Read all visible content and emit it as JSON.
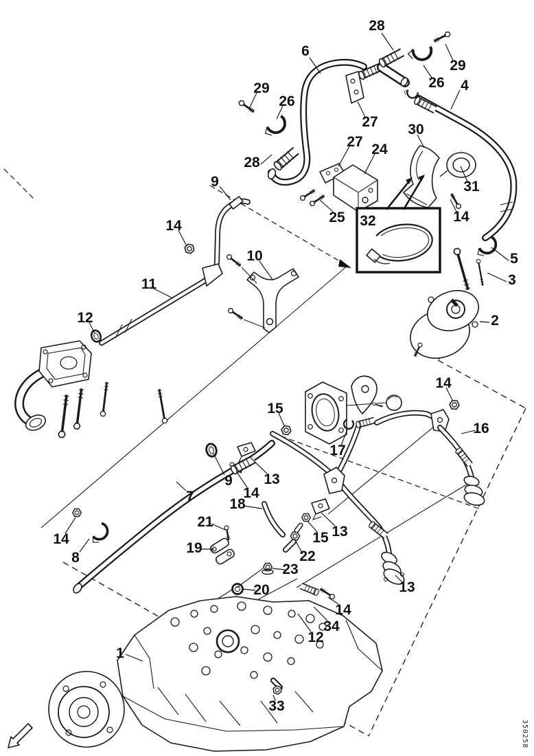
{
  "figure": {
    "number": "350258"
  },
  "colors": {
    "ink": "#1a1a1a",
    "paper": "#ffffff"
  },
  "inset_box": {
    "label": "32"
  },
  "callouts": [
    {
      "label": "28"
    },
    {
      "label": "6"
    },
    {
      "label": "29"
    },
    {
      "label": "26"
    },
    {
      "label": "4"
    },
    {
      "label": "29"
    },
    {
      "label": "26"
    },
    {
      "label": "27"
    },
    {
      "label": "30"
    },
    {
      "label": "27"
    },
    {
      "label": "24"
    },
    {
      "label": "28"
    },
    {
      "label": "9"
    },
    {
      "label": "31"
    },
    {
      "label": "25"
    },
    {
      "label": "14"
    },
    {
      "label": "32"
    },
    {
      "label": "14"
    },
    {
      "label": "10"
    },
    {
      "label": "5"
    },
    {
      "label": "3"
    },
    {
      "label": "11"
    },
    {
      "label": "12"
    },
    {
      "label": "2"
    },
    {
      "label": "14"
    },
    {
      "label": "15"
    },
    {
      "label": "16"
    },
    {
      "label": "17"
    },
    {
      "label": "9"
    },
    {
      "label": "13"
    },
    {
      "label": "14"
    },
    {
      "label": "7"
    },
    {
      "label": "18"
    },
    {
      "label": "15"
    },
    {
      "label": "13"
    },
    {
      "label": "14"
    },
    {
      "label": "8"
    },
    {
      "label": "21"
    },
    {
      "label": "19"
    },
    {
      "label": "22"
    },
    {
      "label": "23"
    },
    {
      "label": "20"
    },
    {
      "label": "13"
    },
    {
      "label": "14"
    },
    {
      "label": "34"
    },
    {
      "label": "12"
    },
    {
      "label": "1"
    },
    {
      "label": "33"
    }
  ]
}
